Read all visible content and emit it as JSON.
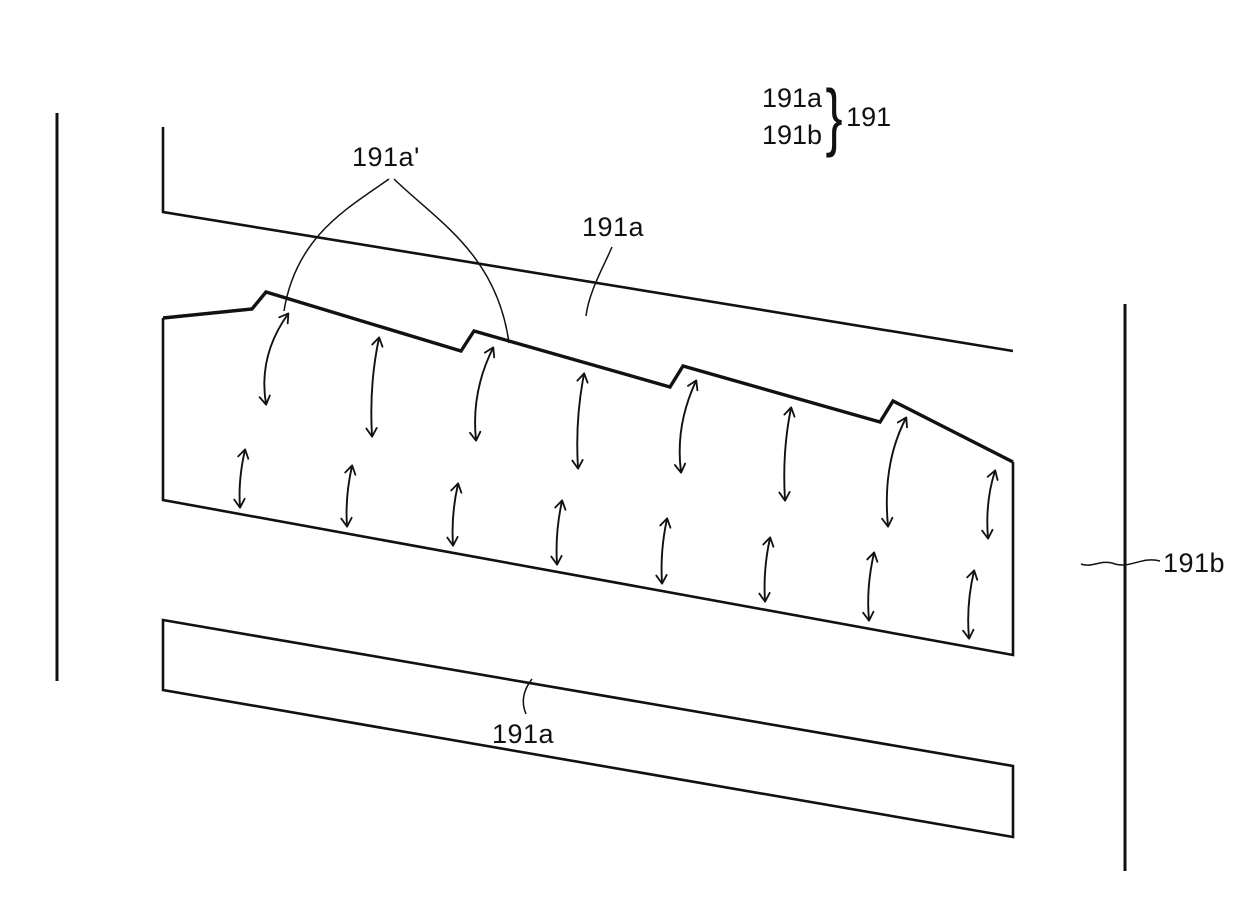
{
  "figure": {
    "callout_teeth": "191a'",
    "label_top_layer": "191a",
    "label_bottom_layer": "191a",
    "label_right_sheet": "191b",
    "legend": {
      "item_a": "191a",
      "item_b": "191b",
      "brace": "}",
      "group": "191"
    },
    "colors": {
      "line": "#111111",
      "background": "#ffffff"
    }
  }
}
